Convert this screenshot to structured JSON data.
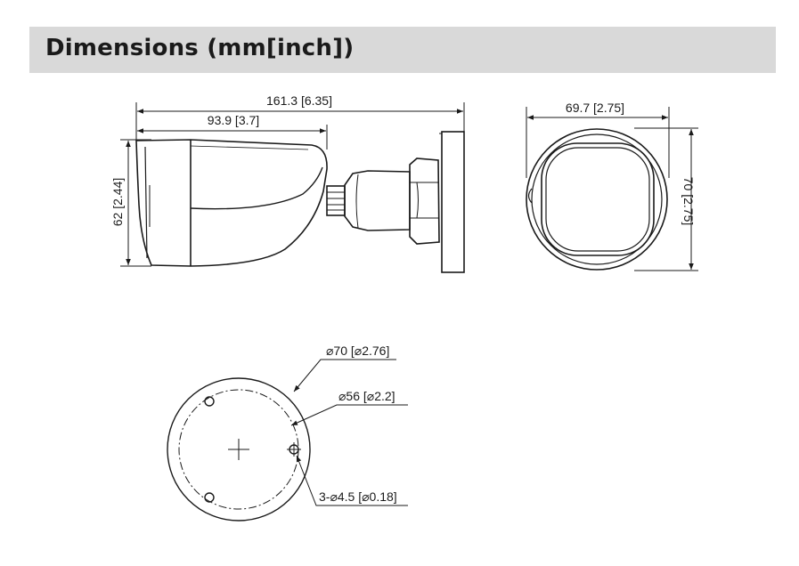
{
  "header": {
    "title": "Dimensions (mm[inch])"
  },
  "side_view": {
    "overall_length_label": "161.3 [6.35]",
    "body_length_label": "93.9 [3.7]",
    "height_label": "62 [2.44]"
  },
  "front_view": {
    "width_label": "69.7 [2.75]",
    "height_label": "70 [2.75]"
  },
  "base_view": {
    "outer_diameter_label": "⌀70 [⌀2.76]",
    "hole_circle_label": "⌀56 [⌀2.2]",
    "holes_label": "3-⌀4.5 [⌀0.18]"
  }
}
